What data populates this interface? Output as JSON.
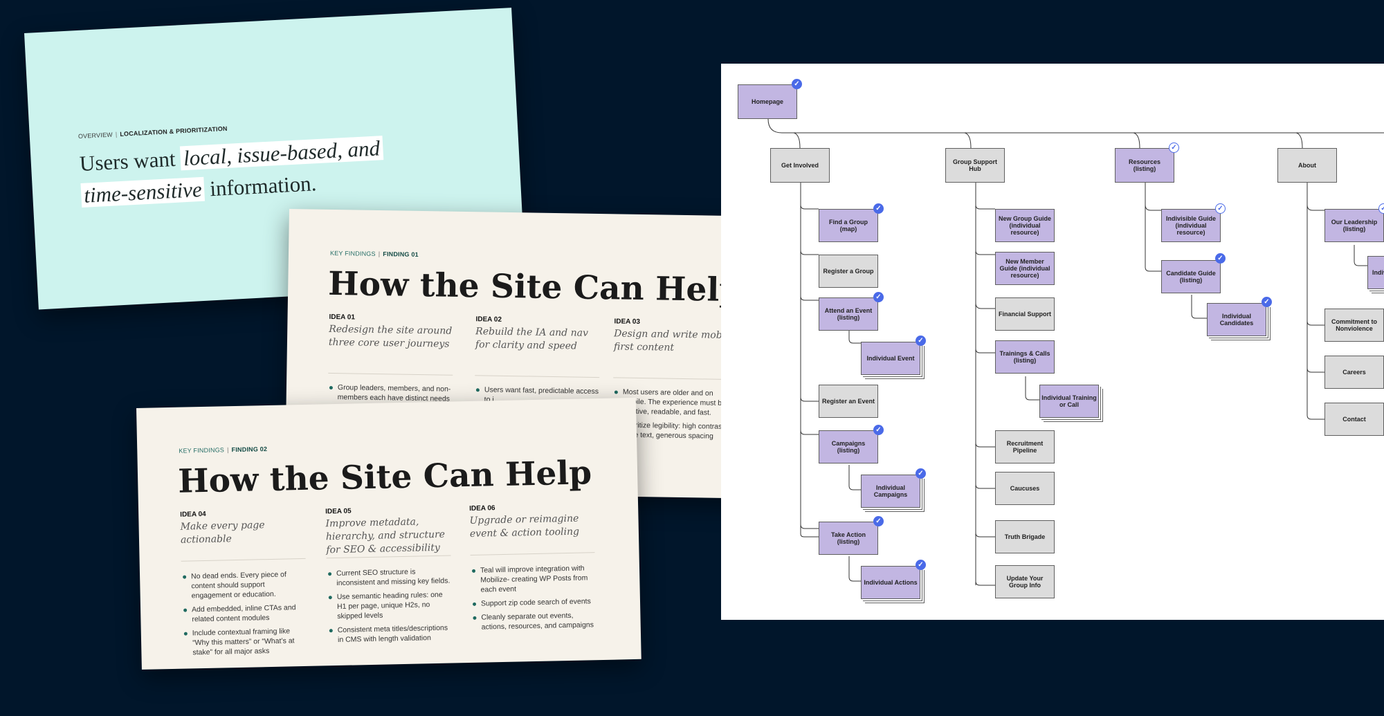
{
  "slide_overview": {
    "crumb_section": "OVERVIEW",
    "crumb_page": "LOCALIZATION & PRIORITIZATION",
    "headline_1": "Users want ",
    "headline_hl1": "local, issue-based, and",
    "headline_hl2": "time-sensitive",
    "headline_2": " information."
  },
  "finding1": {
    "crumb_section": "KEY FINDINGS",
    "crumb_page": "FINDING 01",
    "title": "How the Site Can Help",
    "ideas": [
      {
        "label": "IDEA 01",
        "desc": "Redesign the site around three core user journeys",
        "bullets": [
          "Group leaders, members, and non-members each have distinct needs"
        ]
      },
      {
        "label": "IDEA 02",
        "desc": "Rebuild the IA and nav for clarity and speed",
        "bullets": [
          "Users want fast, predictable access to i..."
        ]
      },
      {
        "label": "IDEA 03",
        "desc": "Design and write mobile-first content",
        "bullets": [
          "Most users are older and on mobile. The experience must be intuitive, readable, and fast.",
          "Prioritize legibility: high contrast, large text, generous spacing"
        ]
      }
    ]
  },
  "finding2": {
    "crumb_section": "KEY FINDINGS",
    "crumb_page": "FINDING 02",
    "title": "How the Site Can Help",
    "ideas": [
      {
        "label": "IDEA 04",
        "desc": "Make every page actionable",
        "bullets": [
          "No dead ends. Every piece of content should support engagement or education.",
          "Add embedded, inline CTAs and related content modules",
          "Include contextual framing like “Why this matters” or “What’s at stake” for all major asks"
        ]
      },
      {
        "label": "IDEA 05",
        "desc": "Improve metadata, hierarchy, and structure for SEO & accessibility",
        "bullets": [
          "Current SEO structure is inconsistent and missing key fields.",
          "Use semantic heading rules: one H1 per page, unique H2s, no skipped levels",
          "Consistent meta titles/descriptions in CMS with length validation"
        ]
      },
      {
        "label": "IDEA 06",
        "desc": "Upgrade or reimagine event & action tooling",
        "bullets": [
          "Teal will improve integration with Mobilize- creating WP Posts from each event",
          "Support zip code search of events",
          "Cleanly separate out events, actions, resources, and campaigns"
        ]
      }
    ]
  },
  "sitemap": {
    "homepage": "Homepage",
    "get_involved": "Get Involved",
    "group_hub": "Group Support Hub",
    "resources": "Resources (listing)",
    "about": "About",
    "find_group": "Find a Group (map)",
    "register_group": "Register a Group",
    "attend_event": "Attend an Event (listing)",
    "individual_event": "Individual Event",
    "register_event": "Register an Event",
    "campaigns": "Campaigns (listing)",
    "individual_campaigns": "Individual Campaigns",
    "take_action": "Take Action (listing)",
    "individual_actions": "Individual Actions",
    "new_group_guide": "New Group Guide (individual resource)",
    "new_member_guide": "New Member Guide (individual resource)",
    "financial_support": "Financial Support",
    "trainings_calls": "Trainings & Calls (listing)",
    "individual_training": "Individual Training or Call",
    "recruitment_pipeline": "Recruitment Pipeline",
    "caucuses": "Caucuses",
    "truth_brigade": "Truth Brigade",
    "update_group_info": "Update Your Group Info",
    "indivisible_guide": "Indivisible Guide (individual resource)",
    "candidate_guide": "Candidate Guide (listing)",
    "individual_candidates": "Individual Candidates",
    "our_leadership": "Our Leadership (listing)",
    "indiv_partial": "Indiv",
    "commitment": "Commitment to Nonviolence",
    "careers": "Careers",
    "contact": "Contact",
    "colors": {
      "gray_node": "#dcdcdc",
      "purple_node": "#c2b6e2",
      "check": "#4a6ae8"
    }
  }
}
